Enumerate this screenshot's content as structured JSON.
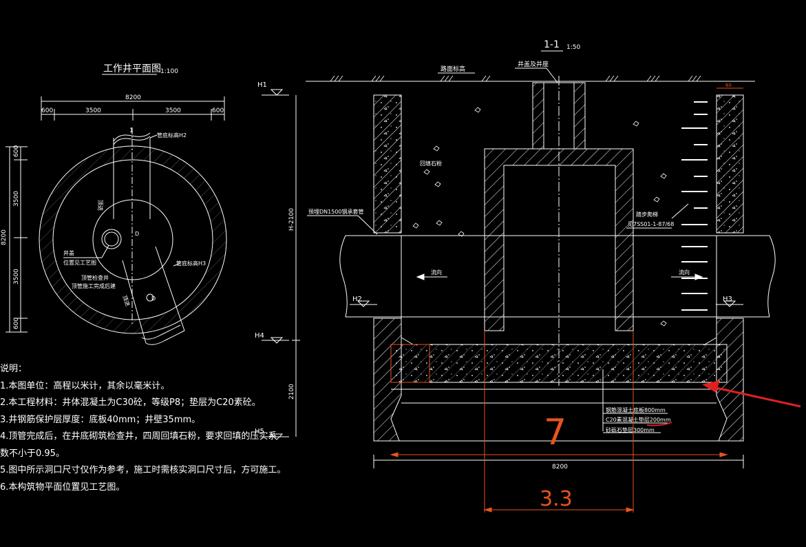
{
  "plan": {
    "title": "工作井平面图",
    "scale": "1:100",
    "dim_total": "8200",
    "dim_segments": [
      "600",
      "3500",
      "3500",
      "600"
    ],
    "dim_vertical_total": "8200",
    "dim_vertical_segments": [
      "600",
      "3500",
      "3500",
      "600"
    ],
    "pipe_label_h2": "管底标高H2",
    "pipe_label_h3": "管底标高H3",
    "well_label": "井盖",
    "well_label_2": "位置见工艺图",
    "valve_label": "顶管检查井",
    "valve_label_2": "顶管施工完成后建",
    "dir_label_1": "顶进",
    "dir_label_2": "顶进",
    "section_mark": "1",
    "dim_d": "D"
  },
  "section": {
    "title": "1-1",
    "scale": "1:50",
    "ground_label": "路面标高",
    "cover_label": "井盖及井座",
    "backfill_label": "回填石粉",
    "pipe_label": "预埋DN1500钢承套管",
    "ladder_label": "踏步爬梯",
    "ladder_ref": "见7SS01-1-87/68",
    "flow_left": "流向",
    "flow_right": "流向",
    "levels": [
      "H1",
      "H2",
      "H3",
      "H4",
      "H5"
    ],
    "height_upper": "H-2100",
    "height_lower": "2100",
    "dim_bottom": "8200",
    "dim_top_right": "60",
    "layer_1": "钢筋混凝土底板800mm",
    "layer_2": "C20素混凝土垫层200mm",
    "layer_3": "砂砾石垫层300mm",
    "annot_big": "7",
    "annot_small": "3.3"
  },
  "notes": {
    "heading": "说明：",
    "items": [
      "1.本图单位：高程以米计，其余以毫米计。",
      "2.本工程材料：井体混凝土为C30砼，等级P8；垫层为C20素砼。",
      "3.井钢筋保护层厚度：底板40mm；井壁35mm。",
      "4.顶管完成后，在井底砌筑检查井，四周回填石粉，要求回填的压实系",
      "数不小于0.95。",
      "5.图中所示洞口尺寸仅作为参考，施工时需核实洞口尺寸后，方可施工。",
      "6.本构筑物平面位置见工艺图。"
    ]
  },
  "colors": {
    "line": "#ffffff",
    "annotation": "#e8541c",
    "arrow": "#e02020"
  }
}
